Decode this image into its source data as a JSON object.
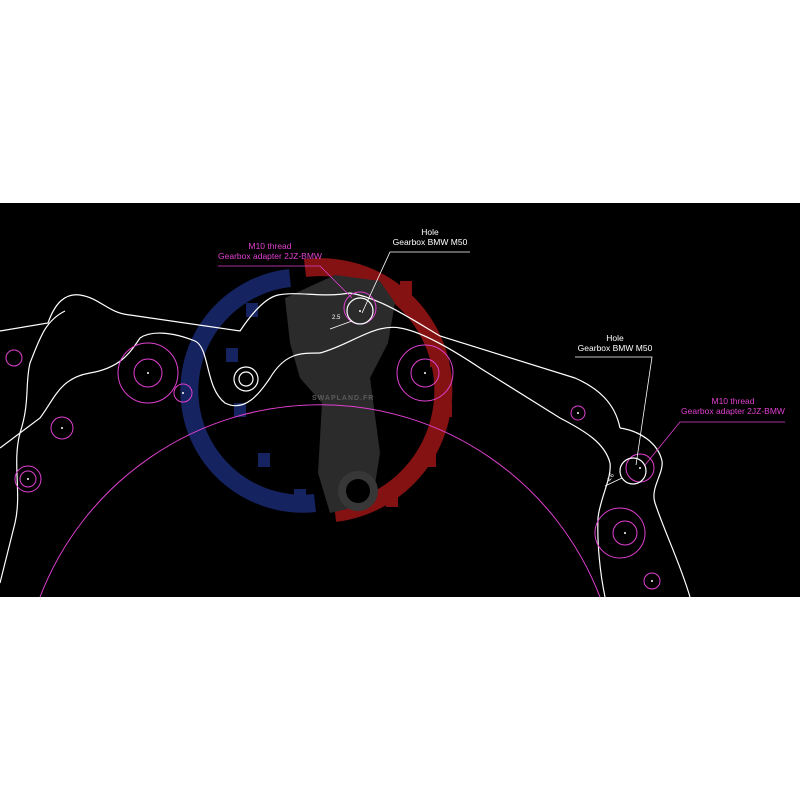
{
  "drawing": {
    "background": "#000000",
    "page_background": "#ffffff"
  },
  "colors": {
    "outline": "#ffffff",
    "thread": "#e040d0",
    "logo_red": "#b01818",
    "logo_blue": "#1c2f80",
    "logo_gray": "#3a3a3a"
  },
  "annotations": {
    "m10_left": {
      "line1": "M10 thread",
      "line2": "Gearbox adapter 2JZ-BMW"
    },
    "hole_top": {
      "line1": "Hole",
      "line2": "Gearbox BMW M50"
    },
    "hole_right": {
      "line1": "Hole",
      "line2": "Gearbox BMW M50"
    },
    "m10_right": {
      "line1": "M10 thread",
      "line2": "Gearbox adapter 2JZ-BMW"
    }
  },
  "dimensions": {
    "dim_left": "2.5",
    "dim_right": "4.6"
  },
  "watermark": {
    "text": "SWAPLAND.FR",
    "icon": "piston-gear-logo-icon"
  }
}
